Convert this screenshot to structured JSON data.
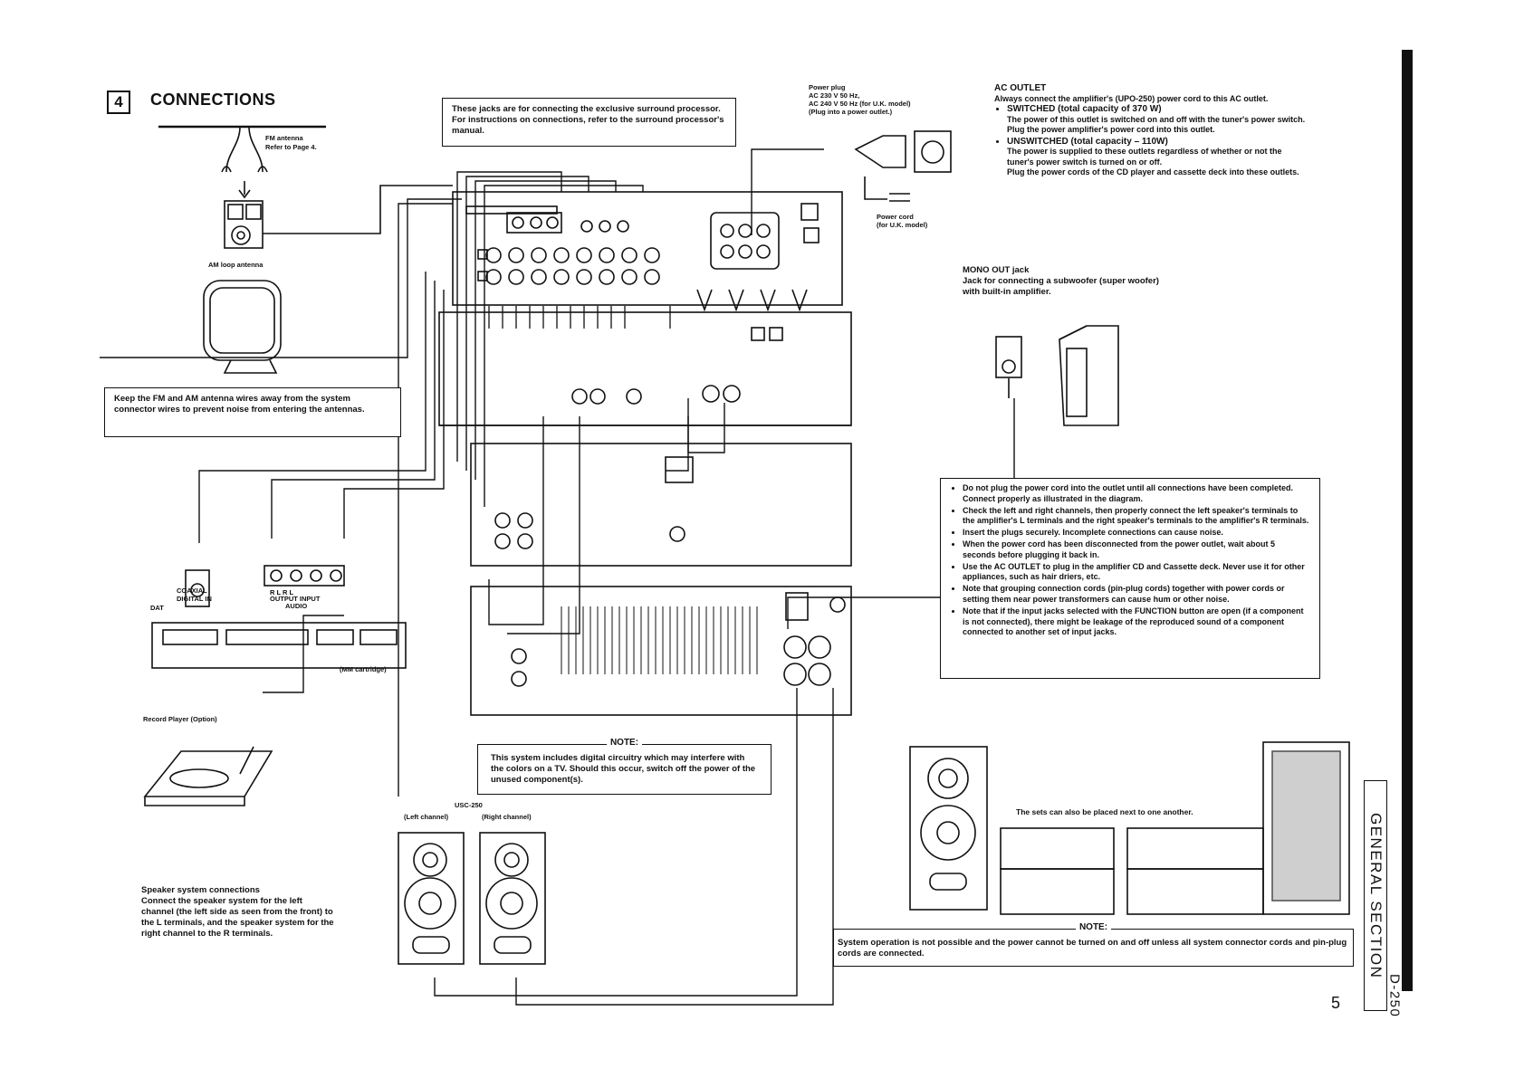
{
  "section": {
    "number": "4",
    "title": "CONNECTIONS"
  },
  "labels": {
    "fm_antenna": "FM antenna",
    "fm_antenna_ref": "Refer to Page 4.",
    "am_loop": "AM loop antenna",
    "coaxial": "COAXIAL",
    "digital_in": "DIGITAL IN",
    "dat": "DAT",
    "audio": "AUDIO",
    "rlrl": "R   L   R   L",
    "output_input": "OUTPUT   INPUT",
    "mm_cartridge": "(MM cartridge)",
    "record_player": "Record Player (Option)",
    "usc_model": "USC-250",
    "left_channel": "(Left channel)",
    "right_channel": "(Right channel)",
    "power_cord": "Power cord",
    "power_cord_uk": "(for U.K. model)",
    "sets_next": "The sets can also be placed next to one another."
  },
  "antenna_note": "Keep the FM and AM antenna wires away from the system connector wires to prevent noise from entering the antennas.",
  "surround_note": "These jacks are for connecting the exclusive surround processor. For instructions on connections, refer to the surround processor's manual.",
  "power_plug": {
    "title": "Power plug",
    "l1": "AC 230 V 50 Hz,",
    "l2": "AC 240 V 50 Hz (for U.K. model)",
    "l3": "(Plug into a power outlet.)"
  },
  "ac_outlet": {
    "title": "AC OUTLET",
    "lead": "Always connect the amplifier's (UPO-250) power cord to this AC outlet.",
    "switched": "SWITCHED (total capacity of 370 W)",
    "switched_desc1": "The power of this outlet is switched on and off with the tuner's power switch.",
    "switched_desc2": "Plug the power amplifier's power cord into this outlet.",
    "unswitched": "UNSWITCHED (total capacity – 110W)",
    "unswitched_desc1": "The power is supplied to these outlets regardless of whether or not the tuner's power switch is turned on or off.",
    "unswitched_desc2": "Plug the power cords of the CD player and cassette deck into these outlets."
  },
  "mono_out": {
    "title": "MONO OUT jack",
    "desc": "Jack for connecting a subwoofer (super woofer) with built-in amplifier."
  },
  "cautions": [
    "Do not plug the power cord into the outlet until all connections have been completed. Connect properly as illustrated in the diagram.",
    "Check the left and right channels, then properly connect the left speaker's terminals to the amplifier's L terminals and the right speaker's terminals to the amplifier's R terminals.",
    "Insert the plugs securely. Incomplete connections can cause noise.",
    "When the power cord has been disconnected from the power outlet, wait about 5 seconds before plugging it back in.",
    "Use the AC OUTLET to plug in the amplifier CD and Cassette deck. Never use it for other appliances, such as hair driers, etc.",
    "Note that grouping connection cords (pin-plug cords) together with power cords or setting them near power transformers can cause hum or other noise.",
    "Note that if the input jacks selected with the FUNCTION button are open (if a component is not connected), there might be leakage of the reproduced sound of a component connected to another set of input jacks."
  ],
  "note1": {
    "head": "NOTE:",
    "text": "This system includes digital circuitry which may interfere with the colors on a TV. Should this occur, switch off the power of the unused component(s)."
  },
  "speaker_conn": {
    "title": "Speaker system connections",
    "text": "Connect the speaker system for the left channel (the left side as seen from the front) to the L terminals, and the speaker system for the right channel to the R terminals."
  },
  "note2": {
    "head": "NOTE:",
    "text": "System operation is not possible and the power cannot be turned on and off unless all system connector cords and pin-plug cords are connected."
  },
  "side": {
    "section": "GENERAL SECTION",
    "model": "D-250"
  },
  "page_number": "5"
}
